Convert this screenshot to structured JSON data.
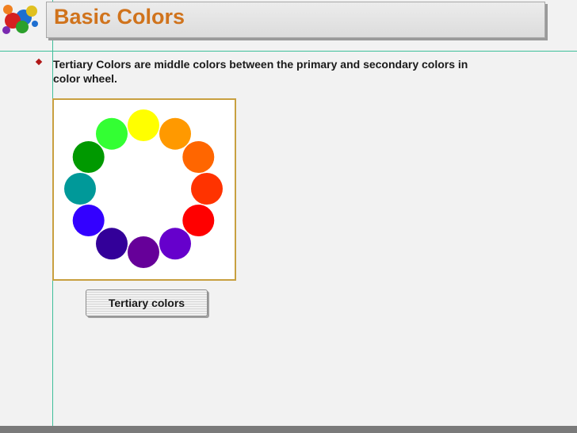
{
  "slide": {
    "title": "Basic Colors",
    "bullet_text": "Tertiary Colors are middle colors between the primary and secondary colors in color wheel.",
    "caption": "Tertiary colors"
  },
  "colors": {
    "title": "#d0731c",
    "bullet": "#b01818",
    "frame_border": "#c8a040"
  },
  "color_wheel": {
    "circle_colors": [
      "#ffff00",
      "#ff9900",
      "#ff6600",
      "#ff3300",
      "#ff0000",
      "#6600cc",
      "#660099",
      "#330099",
      "#3300ff",
      "#009999",
      "#009900",
      "#33ff33"
    ]
  }
}
